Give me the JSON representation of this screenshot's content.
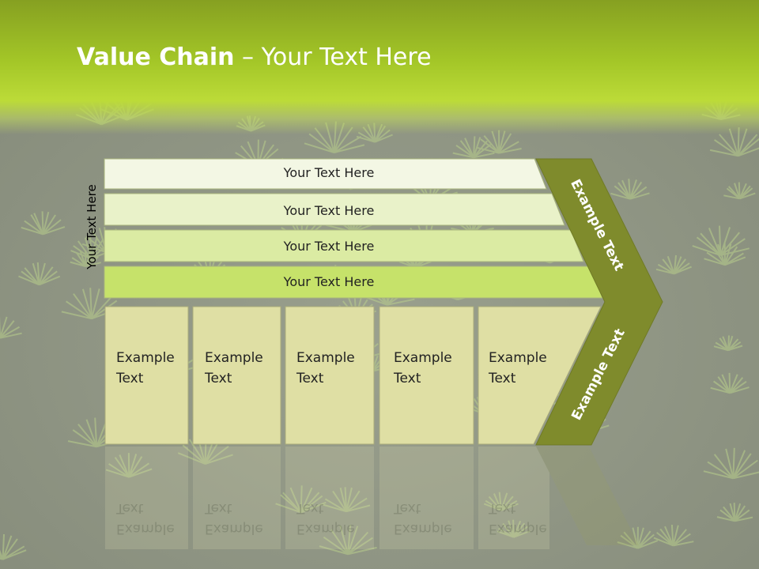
{
  "title": {
    "bold": "Value Chain",
    "rest": " – Your Text Here"
  },
  "vertical_label": "Your Text Here",
  "rows": [
    {
      "label": "Your Text Here"
    },
    {
      "label": "Your Text Here"
    },
    {
      "label": "Your Text Here"
    },
    {
      "label": "Your Text Here"
    }
  ],
  "boxes": [
    {
      "line1": "Example",
      "line2": "Text"
    },
    {
      "line1": "Example",
      "line2": "Text"
    },
    {
      "line1": "Example",
      "line2": "Text"
    },
    {
      "line1": "Example",
      "line2": "Text"
    },
    {
      "line1": "Example",
      "line2": "Text"
    }
  ],
  "chevron": {
    "top_label": "Example Text",
    "bottom_label": "Example Text"
  },
  "colors": {
    "title_band": "#a3c627",
    "row_1": "#f3f7e4",
    "row_2": "#e9f2c9",
    "row_3": "#dbeba3",
    "row_4": "#c6e26a",
    "box_fill": "#dfdfa4",
    "chevron": "#7f8b2c"
  }
}
